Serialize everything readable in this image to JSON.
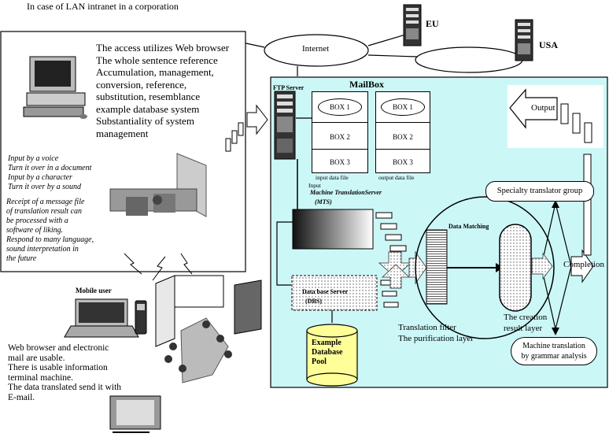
{
  "header": {
    "caption": "In case of LAN intranet in a corporation"
  },
  "servers": {
    "eu": "EU",
    "usa": "USA",
    "internet": "Internet"
  },
  "left_panel": {
    "features": [
      "The access utilizes Web browser",
      "The whole sentence reference",
      "Accumulation, management,",
      "conversion, reference,",
      "substitution, resemblance",
      "example database system",
      "Substantiality of system",
      "management"
    ],
    "input_methods": [
      "Input by a voice",
      "Turn it over in a document",
      "Input by a character",
      "Turn it over by a sound"
    ],
    "receipt_notes": [
      "Receipt of a message file",
      "of translation result can",
      "be processed with a",
      "software of liking.",
      "Respond to many language,",
      "sound interpretation in",
      "the future"
    ]
  },
  "mobile": {
    "title": "Mobile user",
    "notes": [
      "Web browser and electronic",
      "mail are usable.",
      "There is usable information",
      "terminal machine.",
      "The data translated send it with",
      "E-mail."
    ]
  },
  "system": {
    "mailbox_title": "MailBox",
    "ftp_server": "FTP Server",
    "input_boxes": [
      "BOX 1",
      "BOX 2",
      "BOX 3"
    ],
    "output_boxes": [
      "BOX 1",
      "BOX 2",
      "BOX 3"
    ],
    "input_data_file": "input data file",
    "output_data_file": "output data file",
    "input_label": "Input",
    "mts_line1": "Machine TranslationServer",
    "mts_line2": "(MTS)",
    "dbs_line1": "Data base Server",
    "dbs_line2": "(DBS)",
    "example_db": [
      "Example",
      "Database",
      "Pool"
    ],
    "data_matching": "Data Matching",
    "translation_filter": [
      "Translation filter",
      "The purification layer"
    ],
    "creation_layer": [
      "The creation",
      "result layer"
    ],
    "output": "Output",
    "specialty": "Specialty translator group",
    "completion": "Completion",
    "grammar": [
      "Machine translation",
      "by grammar analysis"
    ]
  }
}
